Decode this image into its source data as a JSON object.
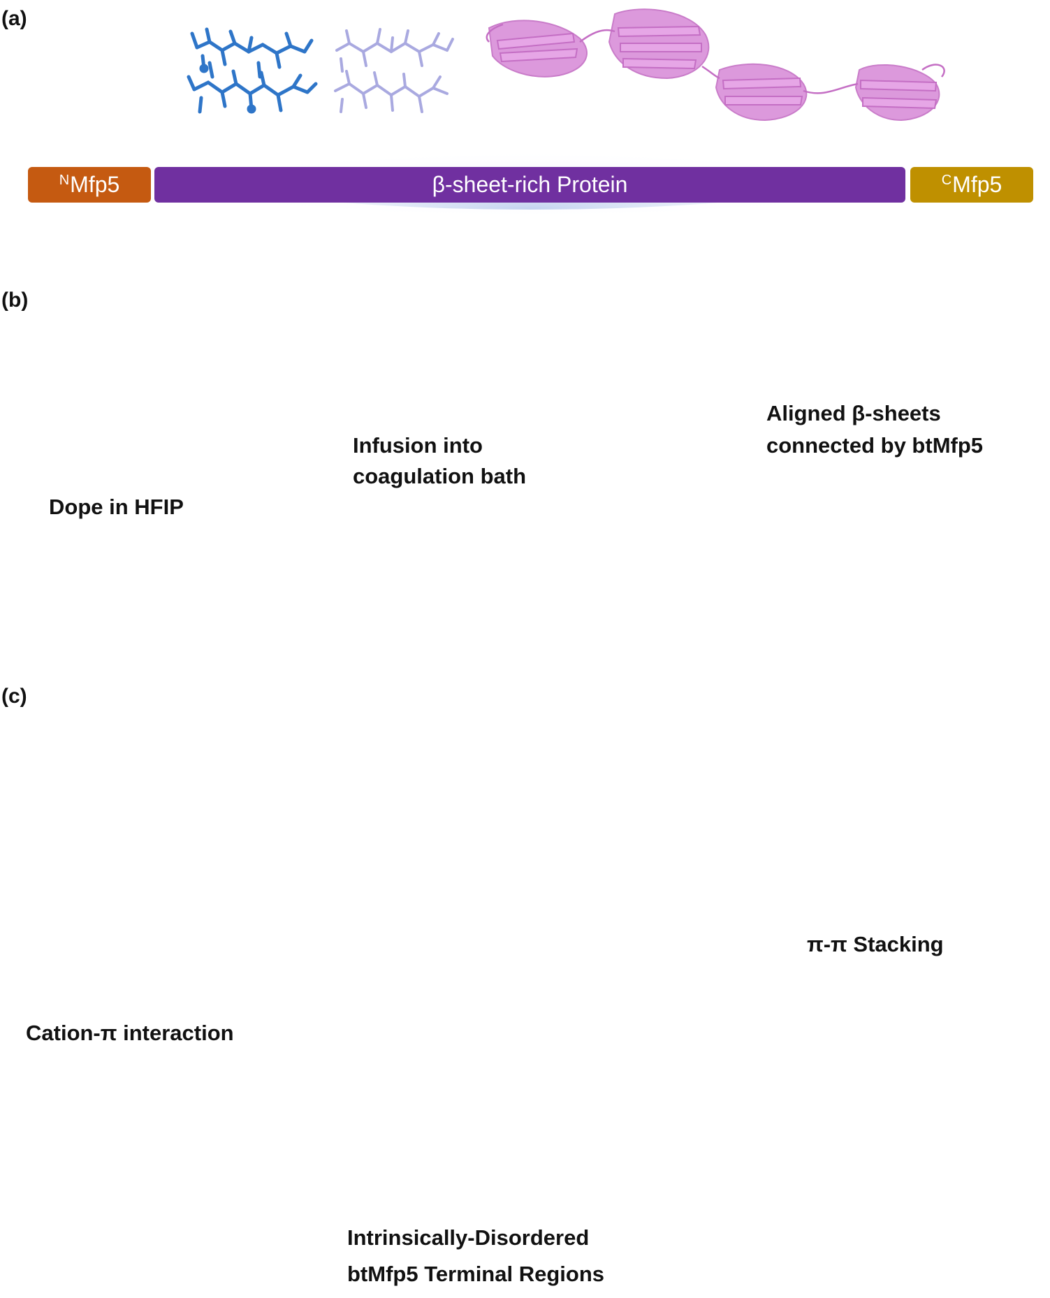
{
  "panels": {
    "a": "(a)",
    "b": "(b)",
    "c": "(c)"
  },
  "domain_bar": {
    "n_term": {
      "sup": "N",
      "text": "Mfp5",
      "color": "#c55a11"
    },
    "middle": {
      "text": "β-sheet-rich Protein",
      "color": "#7030a0"
    },
    "c_term": {
      "sup": "C",
      "text": "Mfp5",
      "color": "#bf9000"
    }
  },
  "labels": {
    "dope": "Dope in HFIP",
    "infusion_line1": "Infusion into",
    "infusion_line2": "coagulation bath",
    "aligned_line1": "Aligned β-sheets",
    "aligned_line2": "connected by btMfp5",
    "pi_stacking": "π-π Stacking",
    "cation_pi": "Cation-π interaction",
    "idr_line1": "Intrinsically-Disordered",
    "idr_line2": "btMfp5 Terminal Regions"
  },
  "colors": {
    "purple": "#7030a0",
    "fiber_end": "#9b4fd0",
    "arrow": "#1f3864",
    "blue_peptide": "#2e75c8",
    "lavender_peptide": "#a9a9e0",
    "pink_protein": "#d98fd9",
    "green_chain": "#3cb83c",
    "cyan_chain": "#1fc4cc",
    "gray_chain": "#c8c8c8"
  },
  "icons": [
    "syringe-icon",
    "random-coil-icon",
    "stacked-sheet-icon"
  ]
}
